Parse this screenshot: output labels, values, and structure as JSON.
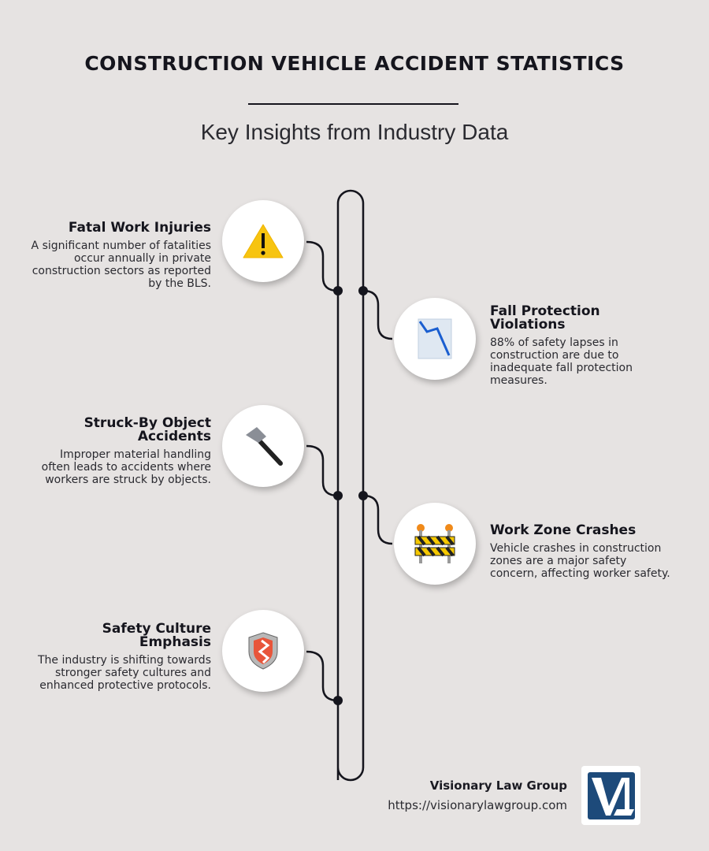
{
  "header": {
    "title": "CONSTRUCTION VEHICLE ACCIDENT STATISTICS",
    "subtitle": "Key Insights from Industry Data"
  },
  "items": [
    {
      "title": "Fatal Work Injuries",
      "text": "A significant number of fatalities occur annually in private construction sectors as reported by the BLS.",
      "icon": "warning-icon",
      "side": "left"
    },
    {
      "title": "Fall Protection Violations",
      "text": "88% of safety lapses in construction are due to inadequate fall protection measures.",
      "icon": "chart-decreasing-icon",
      "side": "right"
    },
    {
      "title": "Struck-By Object Accidents",
      "text": "Improper material handling often leads to accidents where workers are struck by objects.",
      "icon": "hammer-icon",
      "side": "left"
    },
    {
      "title": "Work Zone Crashes",
      "text": "Vehicle crashes in construction zones are a major safety concern, affecting worker safety.",
      "icon": "construction-barrier-icon",
      "side": "right"
    },
    {
      "title": "Safety Culture Emphasis",
      "text": "The industry is shifting towards stronger safety cultures and enhanced protective protocols.",
      "icon": "shield-icon",
      "side": "left"
    }
  ],
  "footer": {
    "company": "Visionary Law Group",
    "url": "https://visionarylawgroup.com",
    "logo_text": "VL",
    "logo_color": "#1d4a7a"
  }
}
